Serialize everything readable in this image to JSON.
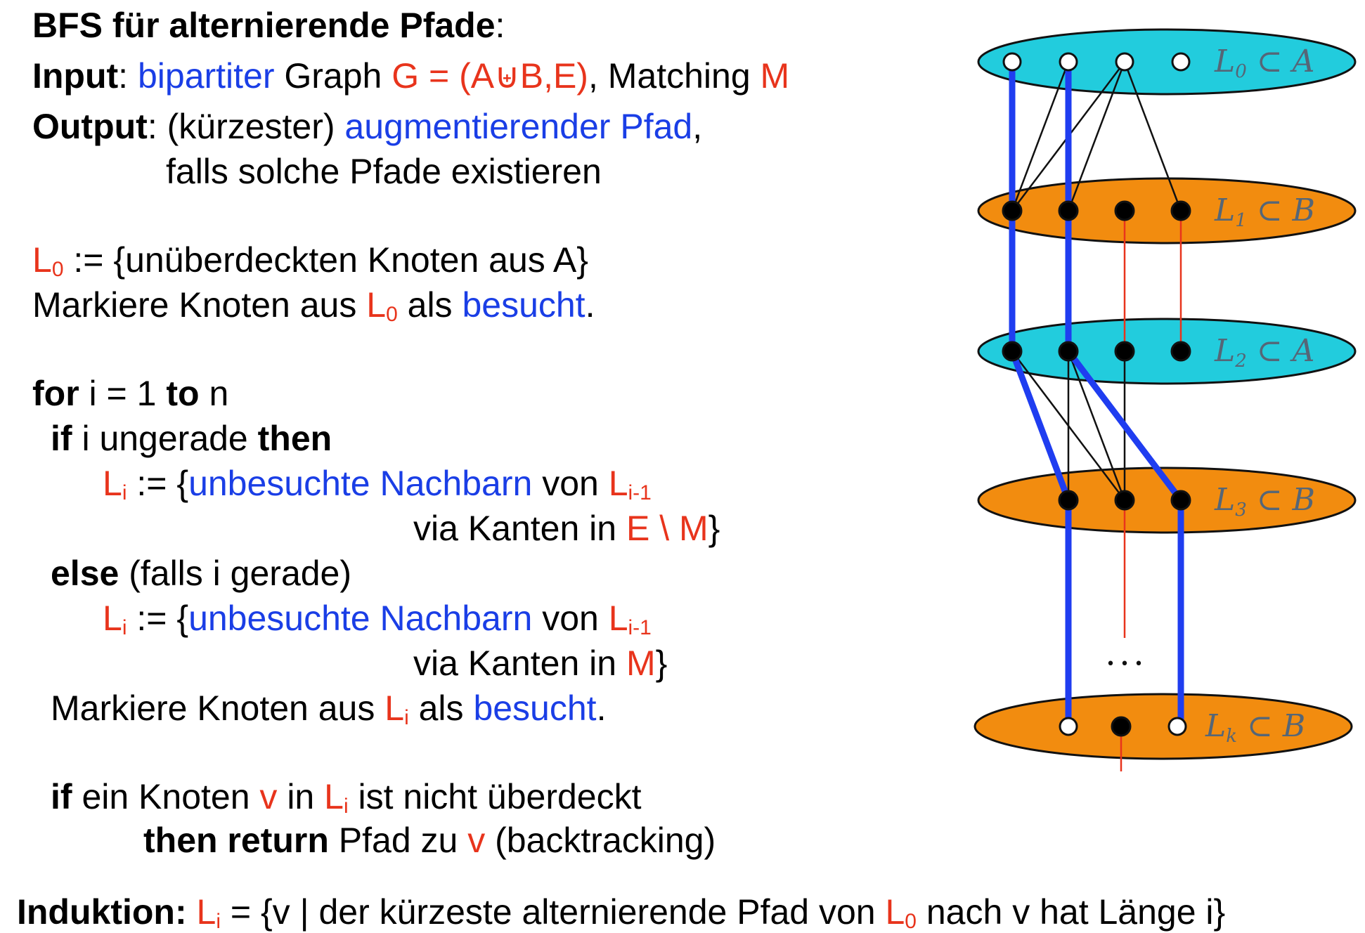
{
  "text": {
    "title": "BFS für alternierende Pfade",
    "colon": ":",
    "input_kw": "Input",
    "input_sep": ": ",
    "bipartiter": "bipartiter",
    "graph": " Graph ",
    "g_def": "G = (A⊎B,E)",
    "matching": ", Matching ",
    "M": "M",
    "output_kw": "Output",
    "output_sep": ": (kürzester) ",
    "aug_path": "augmentierender Pfad",
    "comma": ",",
    "falls_line": "falls solche Pfade existieren",
    "L": "L",
    "zero": "0",
    "l0_def": " := {unüberdeckten Knoten aus A}",
    "mark_prefix": "Markiere Knoten aus ",
    "als": " als ",
    "besucht": "besucht",
    "dot": ".",
    "for_kw": "for",
    "i_eq_1": " i = 1 ",
    "to_kw": "to",
    "n": " n",
    "if_kw": "if",
    "i_ungerade": " i ungerade ",
    "then_kw": "then",
    "i_sub": "i",
    "assign_open": " := {",
    "unbesuchte": "unbesuchte Nachbarn",
    "von": " von ",
    "i_minus_1": "i-1",
    "via": "via Kanten in ",
    "e_minus_m": "E \\ M",
    "close_brace": "}",
    "else_kw": "else",
    "falls_gerade": " (falls i gerade)",
    "if_ein": " ein Knoten ",
    "v": "v",
    "in": " in ",
    "ist_nicht": " ist nicht überdeckt",
    "then_return": "then return",
    "pfad_zu": " Pfad zu ",
    "backtracking": " (backtracking)",
    "induktion": "Induktion:",
    "ind_mid": " = {v | der kürzeste alternierende Pfad von ",
    "ind_end": " nach v hat Länge i}"
  },
  "diagram": {
    "layers": [
      {
        "label_main": "L",
        "label_sub": "0",
        "label_rest": " ⊂ A",
        "color": "#22ccdd"
      },
      {
        "label_main": "L",
        "label_sub": "1",
        "label_rest": " ⊂ B",
        "color": "#f28c0f"
      },
      {
        "label_main": "L",
        "label_sub": "2",
        "label_rest": " ⊂ A",
        "color": "#22ccdd"
      },
      {
        "label_main": "L",
        "label_sub": "3",
        "label_rest": " ⊂ B",
        "color": "#f28c0f"
      },
      {
        "label_main": "L",
        "label_sub": "k",
        "label_rest": " ⊂ B",
        "color": "#f28c0f"
      }
    ],
    "ellipsis": "• • •",
    "colors": {
      "path": "#1f3df0",
      "matching_edge": "#e8341c",
      "edge": "#111111"
    }
  }
}
